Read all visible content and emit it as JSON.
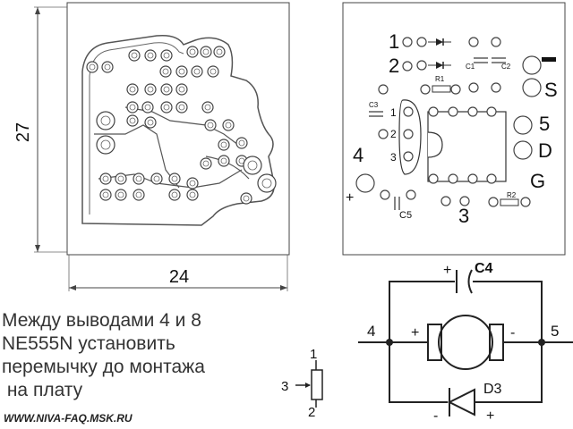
{
  "pcb_dimensions": {
    "height_label": "27",
    "width_label": "24"
  },
  "component_side": {
    "pin_labels": [
      "1",
      "2",
      "3",
      "4",
      "5"
    ],
    "trimmer_pin_labels": [
      "1",
      "2",
      "3"
    ],
    "output_labels": [
      "S",
      "D",
      "G"
    ],
    "plus_label": "+",
    "components": [
      "R1",
      "C1",
      "C2",
      "C3",
      "R2",
      "C5"
    ]
  },
  "schematic": {
    "capacitor_label": "C4",
    "diode_label": "D3",
    "node_left": "4",
    "node_right": "5",
    "motor_plus": "+",
    "motor_minus": "-",
    "cap_plus": "+",
    "diode_minus": "-",
    "diode_plus": "+"
  },
  "trimmer_symbol": {
    "pin1": "1",
    "pin2": "2",
    "pin3": "3"
  },
  "note_lines": [
    "Между выводами 4 и 8",
    "NE555N установить",
    "перемычку до монтажа",
    " на плату"
  ],
  "website": "WWW.NIVA-FAQ.MSK.RU"
}
